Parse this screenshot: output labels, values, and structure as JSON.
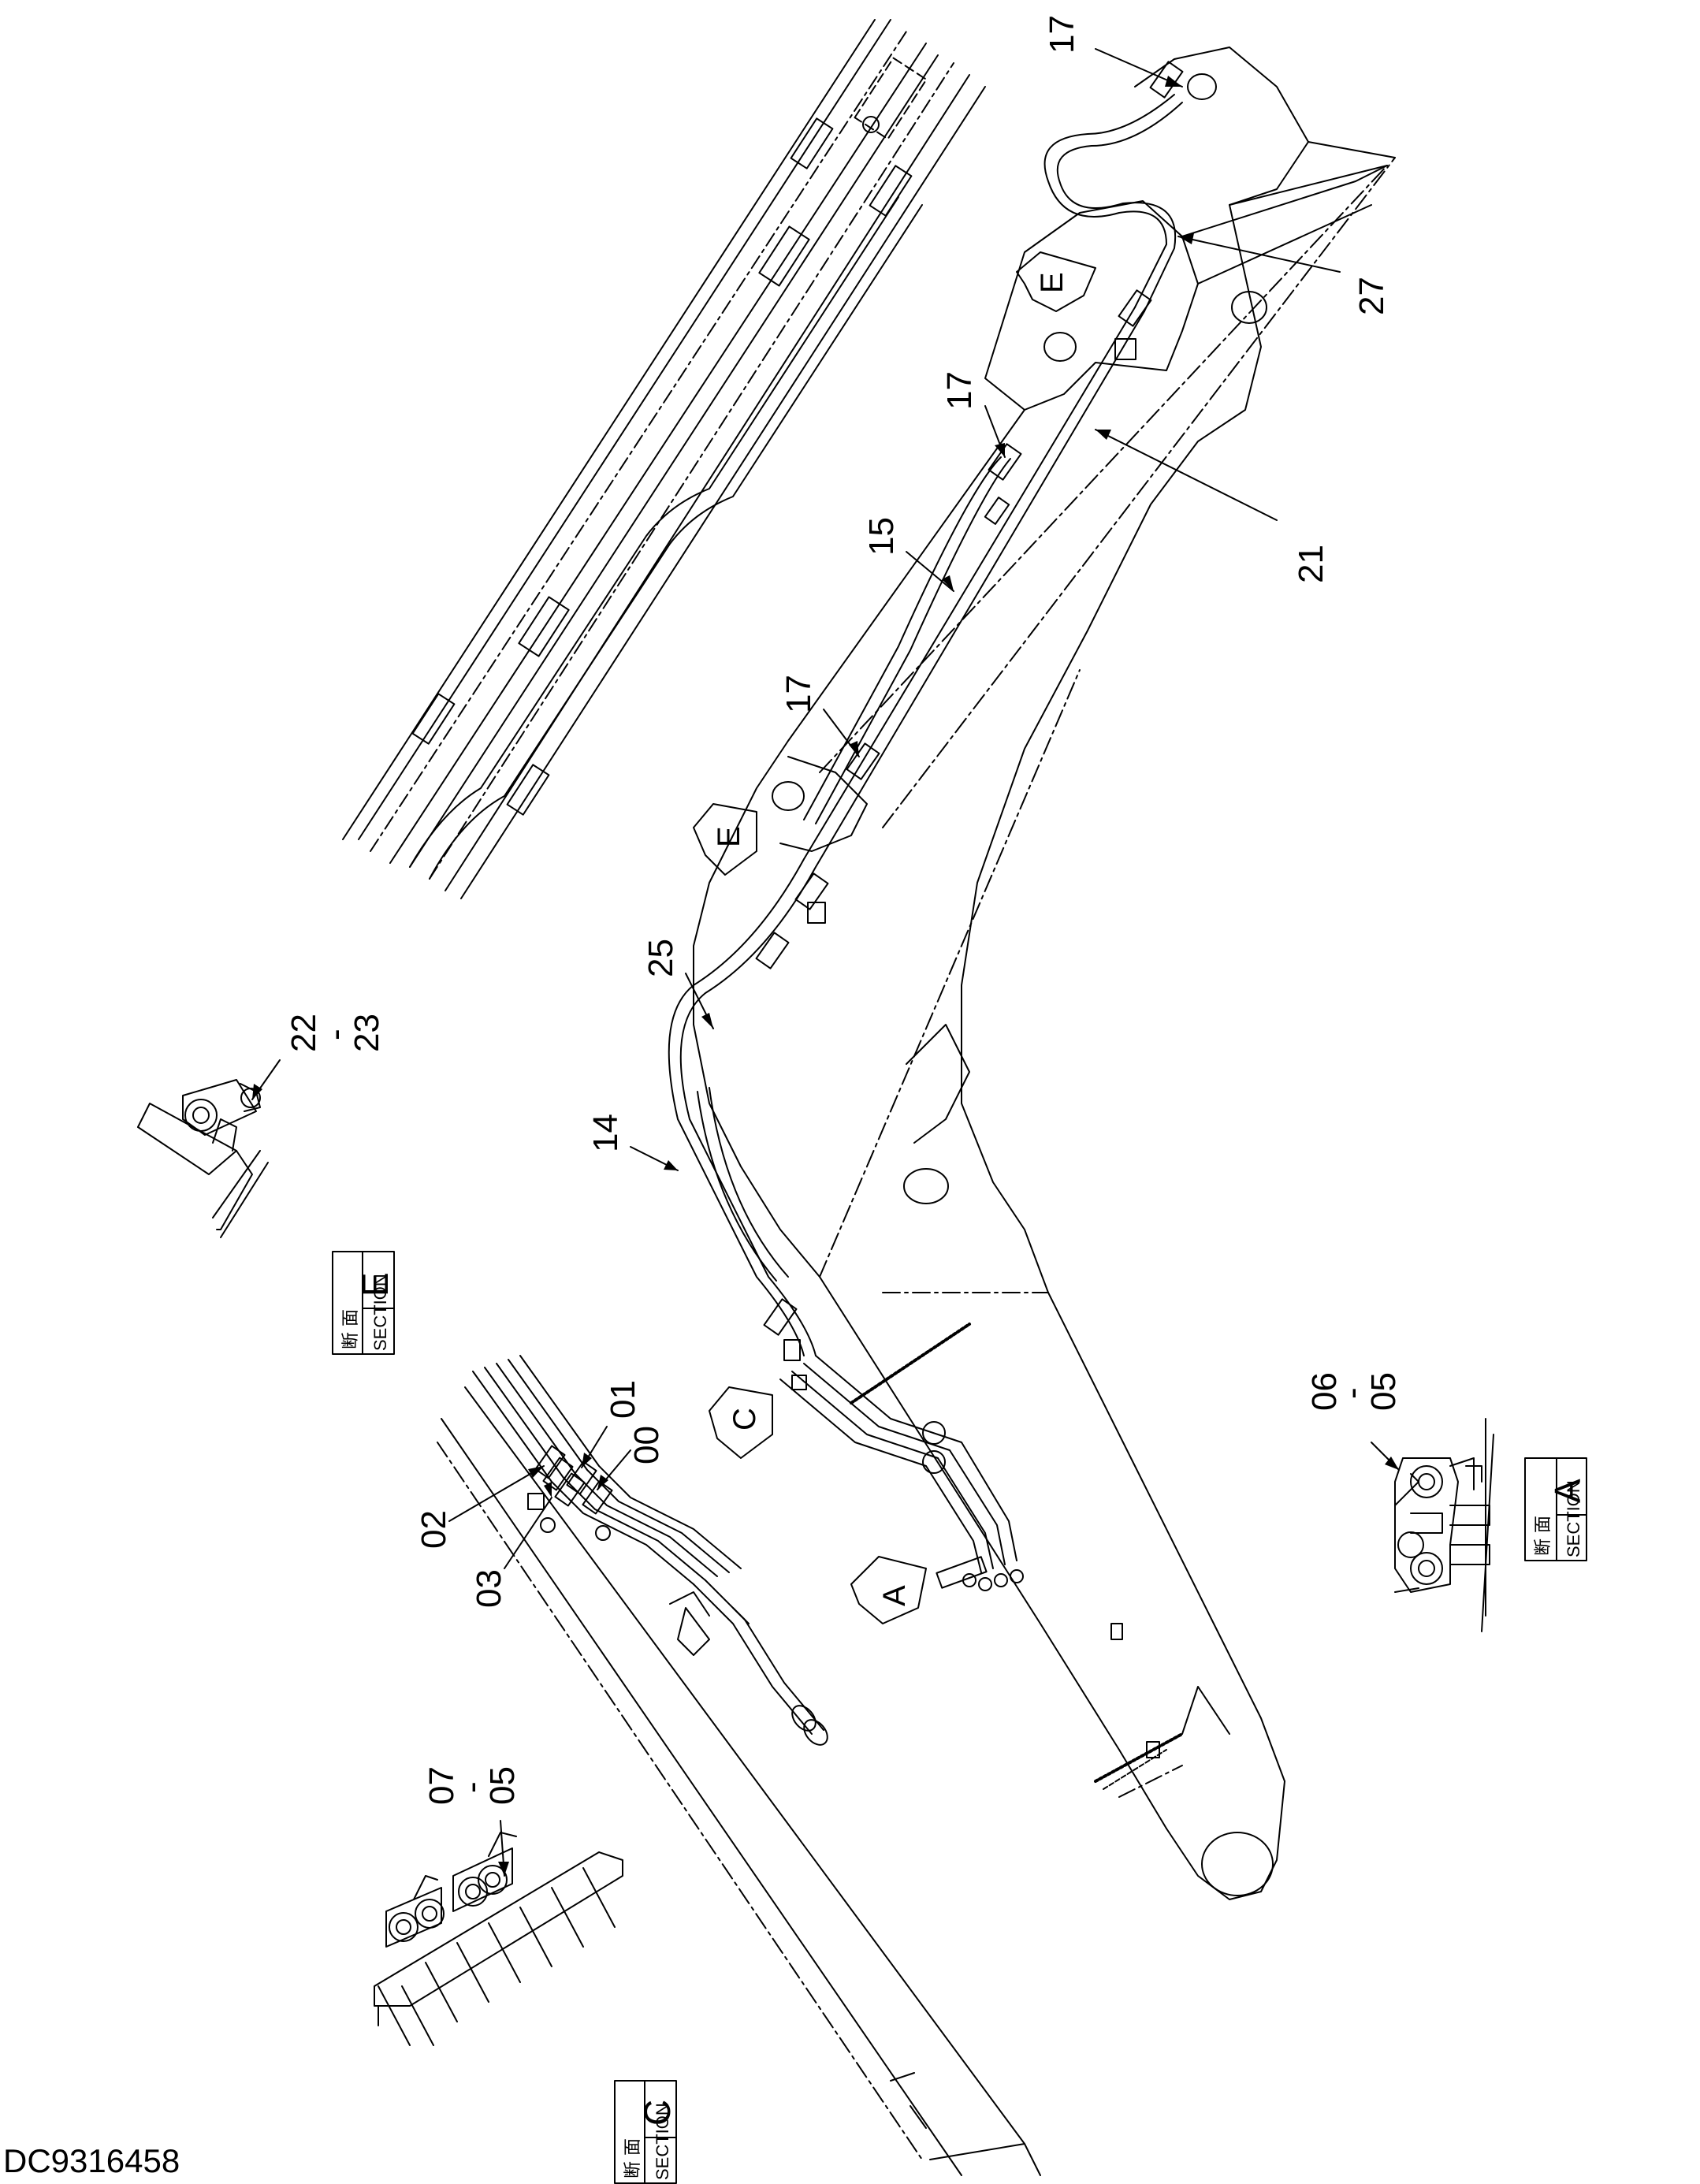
{
  "drawing_code": "DC9316458",
  "callouts": {
    "c17_top": "17",
    "c27": "27",
    "c17_mid": "17",
    "c15": "15",
    "c21": "21",
    "c17_low": "17",
    "c25": "25",
    "c14": "14",
    "c22": "22",
    "c22_dash": "-",
    "c23": "23",
    "c01": "01",
    "c00": "00",
    "c02": "02",
    "c03": "03",
    "c06": "06",
    "c06_dash": "-",
    "c05a": "05",
    "c07": "07",
    "c07_dash": "-",
    "c05b": "05"
  },
  "view_markers": {
    "e_top": "E",
    "e_mid": "E",
    "c": "C",
    "a": "A"
  },
  "sections": {
    "e": {
      "kanji": "断 面",
      "section": "SECTION",
      "letter": "E"
    },
    "a": {
      "kanji": "断 面",
      "section": "SECTION",
      "letter": "A"
    },
    "c": {
      "kanji": "断 面",
      "section": "SECTION",
      "letter": "C"
    }
  },
  "colors": {
    "line": "#000000",
    "background": "#ffffff"
  }
}
